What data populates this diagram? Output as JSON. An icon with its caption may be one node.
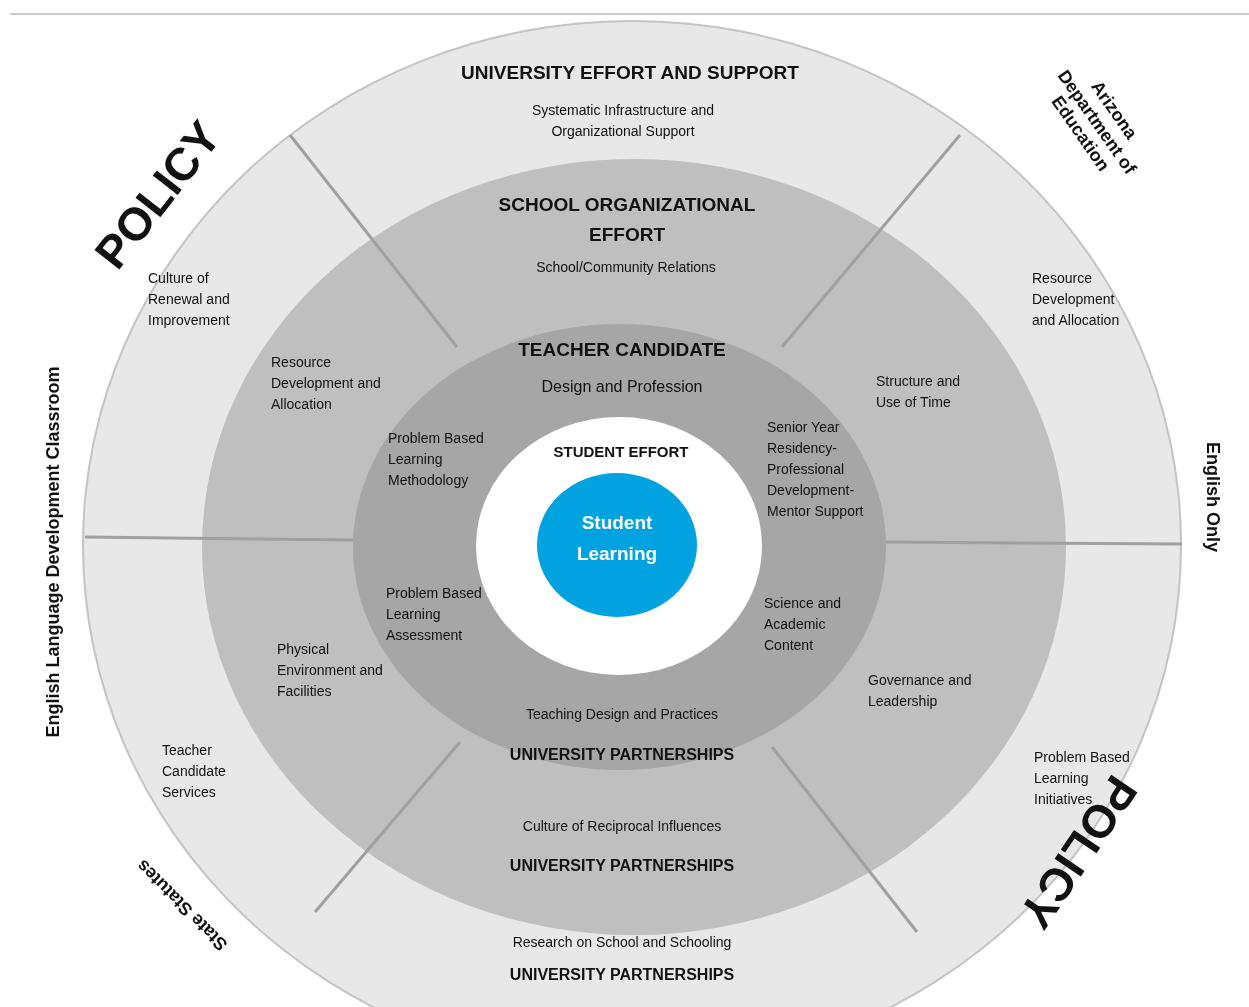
{
  "diagram": {
    "nodes": [
      {
        "text": [
          "UNIVERSITY EFFORT AND SUPPORT",
          "Systematic Infrastructure and Organizational Support",
          "Culture of Renewal and Improvement",
          "Resource Development and Allocation",
          "Teacher Candidate Services",
          "Problem Based Learning Initiatives",
          "Research on School and Schooling",
          "UNIVERSITY PARTNERSHIPS"
        ]
      },
      {
        "text": [
          "SCHOOL ORGANIZATIONAL EFFORT",
          "School/Community Relations",
          "Resource Development and Allocation",
          "Structure and Use of Time",
          "Physical Environment and Facilities",
          "Governance and Leadership",
          "Culture of Reciprocal Influences",
          "UNIVERSITY PARTNERSHIPS"
        ],
        "in": 0
      },
      {
        "text": [
          "TEACHER CANDIDATE",
          "Design and Profession",
          "Problem Based Learning Methodology",
          "Senior Year Residency-Professional Development-Mentor Support",
          "Problem Based Learning Assessment",
          "Science and Academic Content",
          "Teaching Design and Practices",
          "UNIVERSITY PARTNERSHIPS"
        ],
        "in": 1
      },
      {
        "text": [
          "STUDENT EFFORT"
        ],
        "in": 2
      },
      {
        "text": [
          "Student Learning"
        ],
        "in": 3
      }
    ],
    "labels": [
      "POLICY",
      "Arizona Department of Education",
      "English Language Development Classroom",
      "English Only",
      "State Statutes",
      "POLICY"
    ]
  }
}
